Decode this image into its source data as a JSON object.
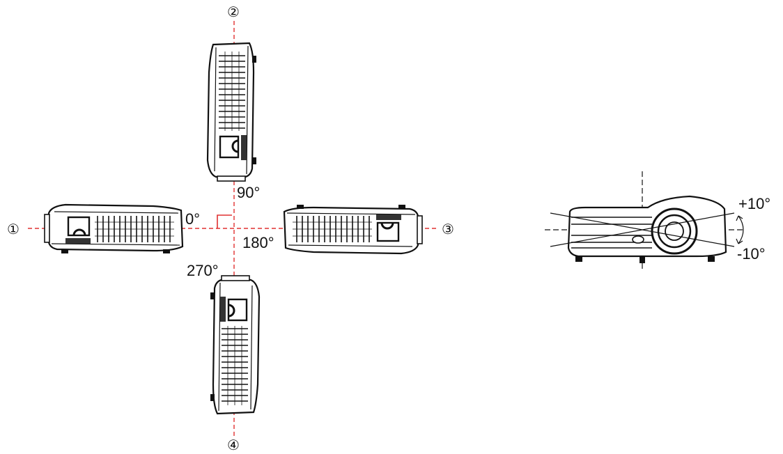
{
  "orientation_diagram": {
    "positions": [
      {
        "marker": "①",
        "angle": "0°"
      },
      {
        "marker": "②",
        "angle": "90°"
      },
      {
        "marker": "③",
        "angle": "180°"
      },
      {
        "marker": "④",
        "angle": "270°"
      }
    ]
  },
  "tilt_diagram": {
    "up_label": "+10°",
    "down_label": "-10°"
  },
  "colors": {
    "axis_dash": "#e03030",
    "line_art": "#111111"
  }
}
